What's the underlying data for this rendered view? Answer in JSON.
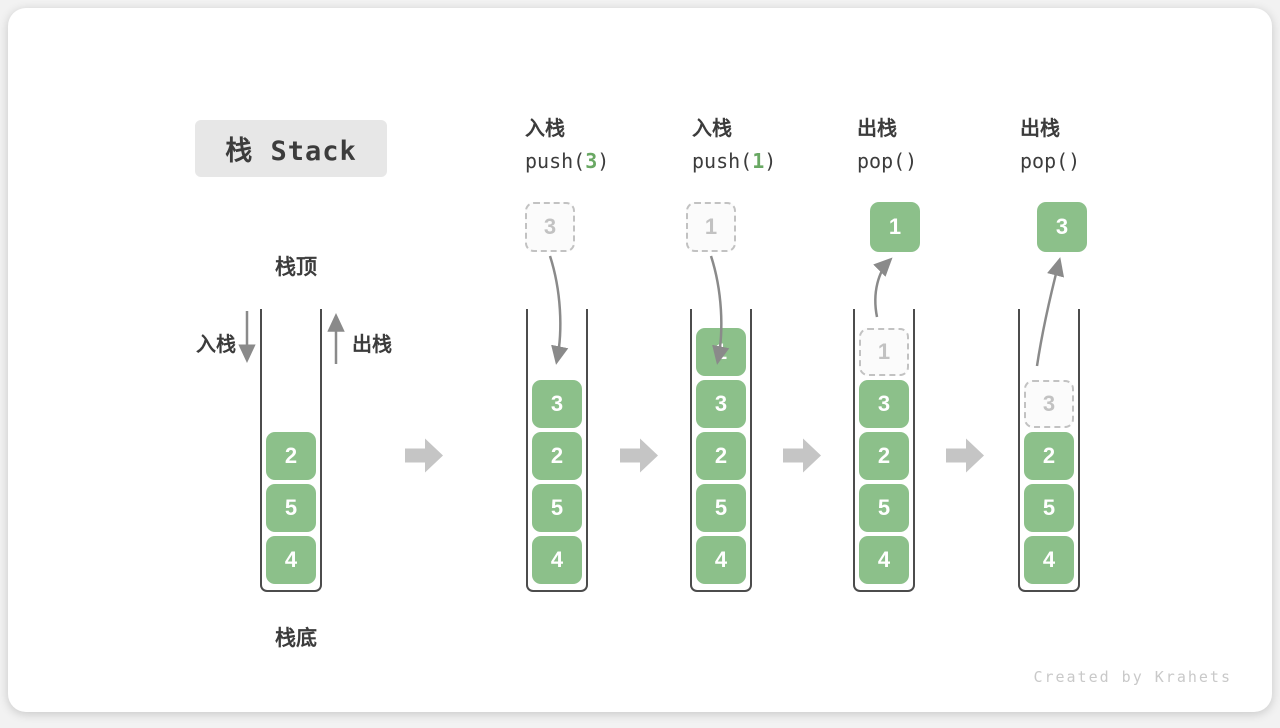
{
  "title": {
    "text": "栈 Stack"
  },
  "side_labels": {
    "top": "栈顶",
    "bottom": "栈底",
    "push": "入栈",
    "pop": "出栈"
  },
  "operations": [
    {
      "name": "入栈",
      "code": {
        "pre": "push(",
        "arg": "3",
        "post": ")"
      }
    },
    {
      "name": "入栈",
      "code": {
        "pre": "push(",
        "arg": "1",
        "post": ")"
      }
    },
    {
      "name": "出栈",
      "code": {
        "pre": "pop(",
        "arg": "",
        "post": ")"
      }
    },
    {
      "name": "出栈",
      "code": {
        "pre": "pop(",
        "arg": "",
        "post": ")"
      }
    }
  ],
  "stacks": [
    {
      "values": [
        "2",
        "5",
        "4"
      ]
    },
    {
      "values": [
        "3",
        "2",
        "5",
        "4"
      ],
      "floating": "3",
      "floating_style": "dashed"
    },
    {
      "values": [
        "1",
        "3",
        "2",
        "5",
        "4"
      ],
      "floating": "1",
      "floating_style": "dashed"
    },
    {
      "values": [
        "3",
        "2",
        "5",
        "4"
      ],
      "ghost": "1",
      "floating": "1",
      "floating_style": "solid"
    },
    {
      "values": [
        "2",
        "5",
        "4"
      ],
      "ghost": "3",
      "floating": "3",
      "floating_style": "solid"
    }
  ],
  "watermark": "Created by Krahets",
  "colors": {
    "cell_green": "#8cc08a",
    "code_arg_green": "#69a863",
    "arrow_gray": "#8a8a8a",
    "block_arrow_gray": "#c5c5c5",
    "title_box_bg": "#e7e7e7",
    "text_dark": "#3c3c3c",
    "ghost_gray": "#c2c2c2"
  }
}
